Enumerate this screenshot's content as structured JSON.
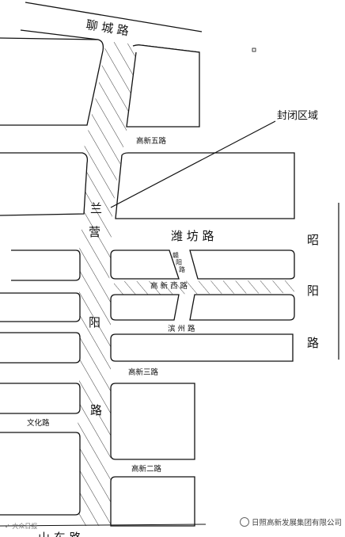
{
  "map": {
    "roads": {
      "liaocheng": "聊 城 路",
      "gaoxin_5": "高新五路",
      "weifang": "潍 坊 路",
      "ganyang": [
        "赣",
        "阳",
        "路"
      ],
      "gaoxin_west": "高 新 西 路",
      "binzhou": "滨 州 路",
      "gaoxin_3": "高新三路",
      "wenhua": "文化路",
      "gaoxin_2": "高新二路",
      "shandong": "山 东 路",
      "lanyang": [
        "兰",
        "营",
        "阳",
        "路"
      ],
      "zhaoyang": [
        "昭",
        "阳",
        "路"
      ]
    },
    "annotation": {
      "sealed_area": "封闭区域"
    }
  },
  "watermarks": {
    "left": "✓ 大众日报",
    "right": "日照高新发展集团有限公司"
  }
}
